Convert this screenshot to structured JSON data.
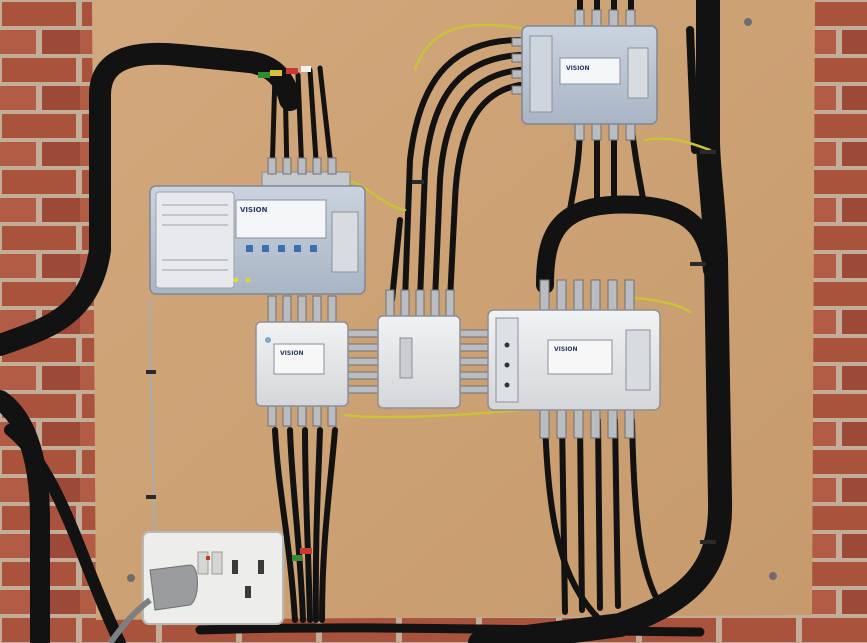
{
  "scene": {
    "description_brand": "VISION",
    "colors": {
      "brick": "#a8543e",
      "mortar": "#c9b7a6",
      "board": "#cda276",
      "cable": "#141414",
      "unit_body": "#e4e6e8",
      "unit_blue": "#b9c4d2",
      "earth_wire": "#c9c23a",
      "socket": "#ececea",
      "connector": "#b9bcc0"
    },
    "units": [
      {
        "id": "unit-a",
        "brand": "VISION"
      },
      {
        "id": "unit-b",
        "brand": "VISION"
      },
      {
        "id": "unit-c",
        "brand": "VISION"
      },
      {
        "id": "unit-d",
        "brand": "VISION"
      },
      {
        "id": "unit-e",
        "brand": ""
      }
    ]
  }
}
